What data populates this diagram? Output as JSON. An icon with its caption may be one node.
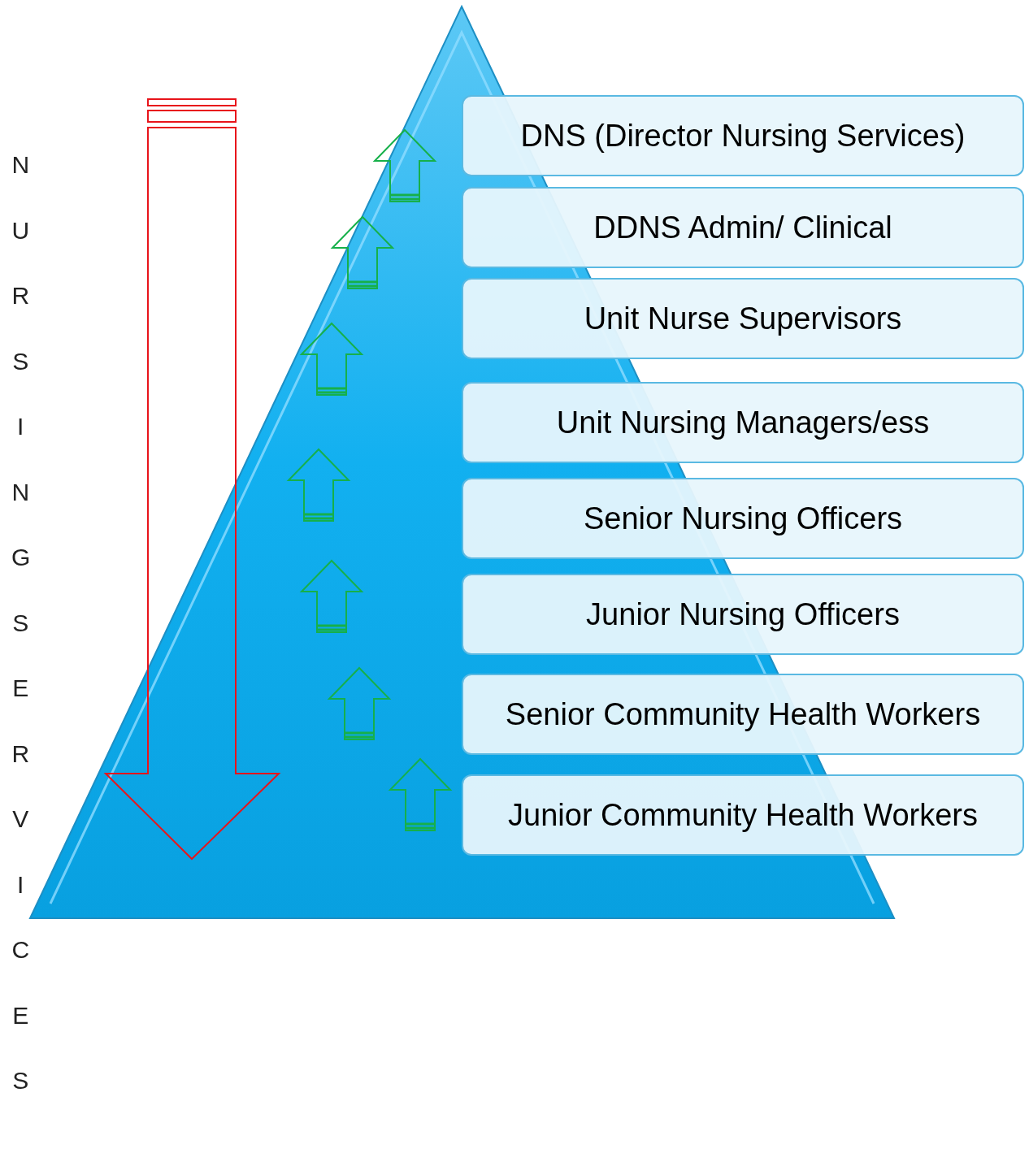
{
  "diagram": {
    "nodes": [
      {
        "text": [
          "DNS (Director Nursing Services)"
        ]
      },
      {
        "text": [
          "DDNS Admin/ Clinical"
        ]
      },
      {
        "text": [
          "Unit Nurse Supervisors"
        ]
      },
      {
        "text": [
          "Unit Nursing Managers/ess"
        ]
      },
      {
        "text": [
          "Senior Nursing Officers"
        ]
      },
      {
        "text": [
          "Junior Nursing Officers"
        ]
      },
      {
        "text": [
          "Senior Community Health Workers"
        ]
      },
      {
        "text": [
          "Junior Community Health Workers"
        ]
      }
    ],
    "labels": [
      "NURSING SERVICES"
    ]
  }
}
